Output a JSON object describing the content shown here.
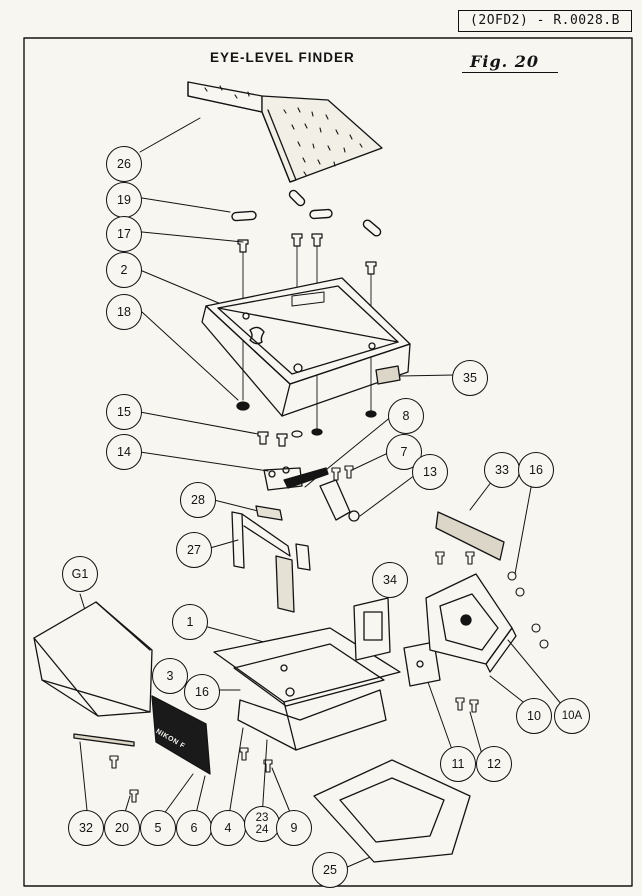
{
  "header": {
    "doc_code": "(2OFD2) - R.0028.B"
  },
  "figure": {
    "title": "EYE-LEVEL FINDER",
    "fig_label": "Fig. 20"
  },
  "callouts": {
    "c26": "26",
    "c19": "19",
    "c17": "17",
    "c2": "2",
    "c18": "18",
    "c35": "35",
    "c15": "15",
    "c8": "8",
    "c14": "14",
    "c7": "7",
    "c13": "13",
    "c33": "33",
    "c16a": "16",
    "c28": "28",
    "c27": "27",
    "c34": "34",
    "c1": "1",
    "c3": "3",
    "c16b": "16",
    "c10": "10",
    "c10a": "10A",
    "cg1": "G1",
    "c11": "11",
    "c12": "12",
    "c32": "32",
    "c20": "20",
    "c5": "5",
    "c6": "6",
    "c4": "4",
    "c2324": "23\n24",
    "c9": "9",
    "c25": "25"
  },
  "part_marks": {
    "nameplate": "NIKON F"
  },
  "colors": {
    "ink": "#141414",
    "paper": "#f7f6f1",
    "foam": "#dcd6c8"
  }
}
